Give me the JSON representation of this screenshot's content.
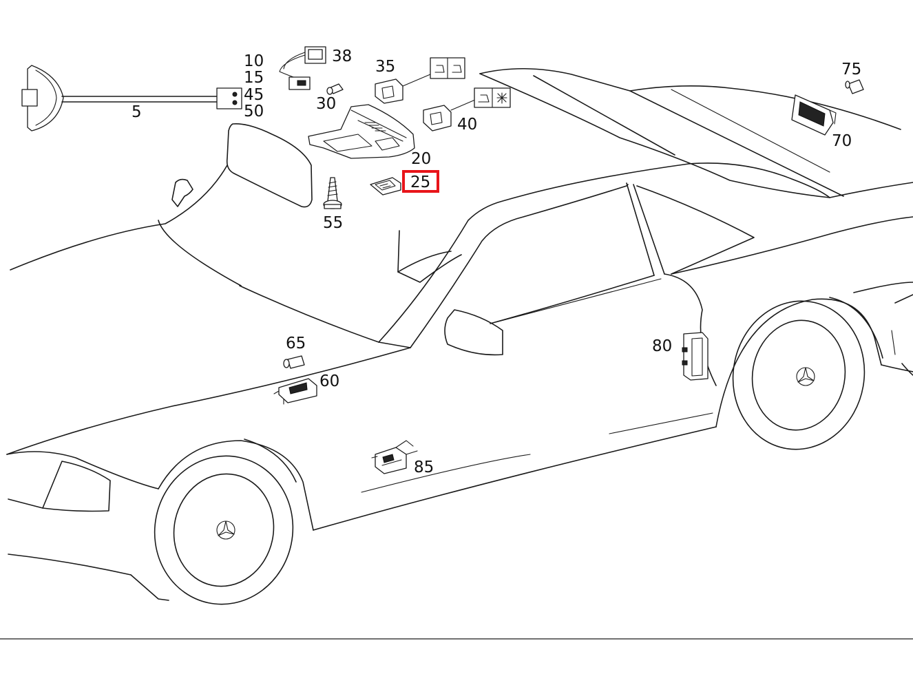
{
  "labels": {
    "p5": "5",
    "p10": "10",
    "p15": "15",
    "p45": "45",
    "p50": "50",
    "p38": "38",
    "p30": "30",
    "p35": "35",
    "p40": "40",
    "p20": "20",
    "p25": "25",
    "p55": "55",
    "p75": "75",
    "p70": "70",
    "p65": "65",
    "p60": "60",
    "p80": "80",
    "p85": "85"
  },
  "highlight": {
    "label": "25",
    "color": "#e8141a"
  }
}
